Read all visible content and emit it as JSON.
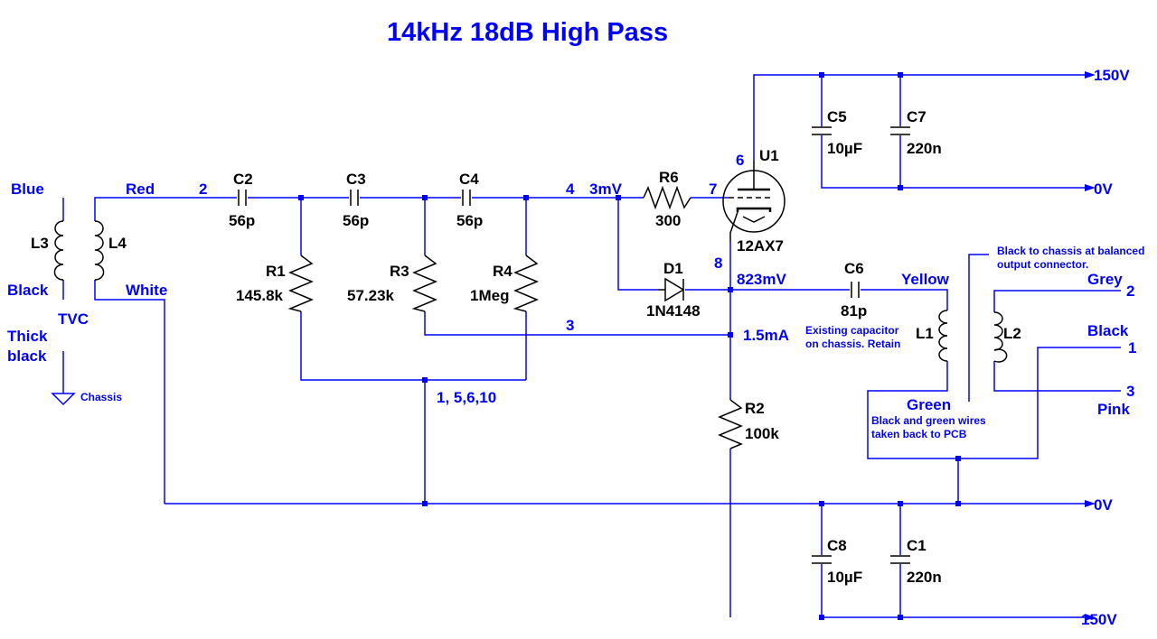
{
  "title": "14kHz 18dB High Pass",
  "components": {
    "c2": {
      "ref": "C2",
      "value": "56p"
    },
    "c3": {
      "ref": "C3",
      "value": "56p"
    },
    "c4": {
      "ref": "C4",
      "value": "56p"
    },
    "c5": {
      "ref": "C5",
      "value": "10µF"
    },
    "c7": {
      "ref": "C7",
      "value": "220n"
    },
    "c6": {
      "ref": "C6",
      "value": "81p"
    },
    "c8": {
      "ref": "C8",
      "value": "10µF"
    },
    "c1": {
      "ref": "C1",
      "value": "220n"
    },
    "r1": {
      "ref": "R1",
      "value": "145.8k"
    },
    "r3": {
      "ref": "R3",
      "value": "57.23k"
    },
    "r4": {
      "ref": "R4",
      "value": "1Meg"
    },
    "r6": {
      "ref": "R6",
      "value": "300"
    },
    "r2": {
      "ref": "R2",
      "value": "100k"
    },
    "d1": {
      "ref": "D1",
      "value": "1N4148"
    },
    "u1": {
      "ref": "U1",
      "value": "12AX7"
    },
    "l1": {
      "ref": "L1"
    },
    "l2": {
      "ref": "L2"
    },
    "l3": {
      "ref": "L3"
    },
    "l4": {
      "ref": "L4"
    }
  },
  "net_labels": {
    "blue": "Blue",
    "red": "Red",
    "black_in": "Black",
    "white": "White",
    "tvc": "TVC",
    "thick_black_1": "Thick",
    "thick_black_2": "black",
    "chassis": "Chassis",
    "node2": "2",
    "node4": "4",
    "node3": "3",
    "node_mid": "1, 5,6,10",
    "pin6": "6",
    "pin7": "7",
    "pin8": "8",
    "v_3mv": "3mV",
    "v_823mv": "823mV",
    "i_15ma": "1.5mA",
    "supply_pos": "150V",
    "supply_gnd_top": "0V",
    "supply_gnd_mid": "0V",
    "supply_neg": "150V",
    "yellow": "Yellow",
    "green": "Green",
    "grey": "Grey",
    "black_out": "Black",
    "pink": "Pink",
    "out_pin2": "2",
    "out_pin1": "1",
    "out_pin3": "3"
  },
  "notes": {
    "existing_1": "Existing capacitor",
    "existing_2": "on chassis. Retain",
    "black_green_1": "Black and green wires",
    "black_green_2": "taken back to PCB",
    "chassis_note_1": "Black to chassis at balanced",
    "chassis_note_2": "output connector."
  },
  "colors": {
    "wire": "#0000ff",
    "component": "#000000",
    "background": "#ffffff"
  }
}
